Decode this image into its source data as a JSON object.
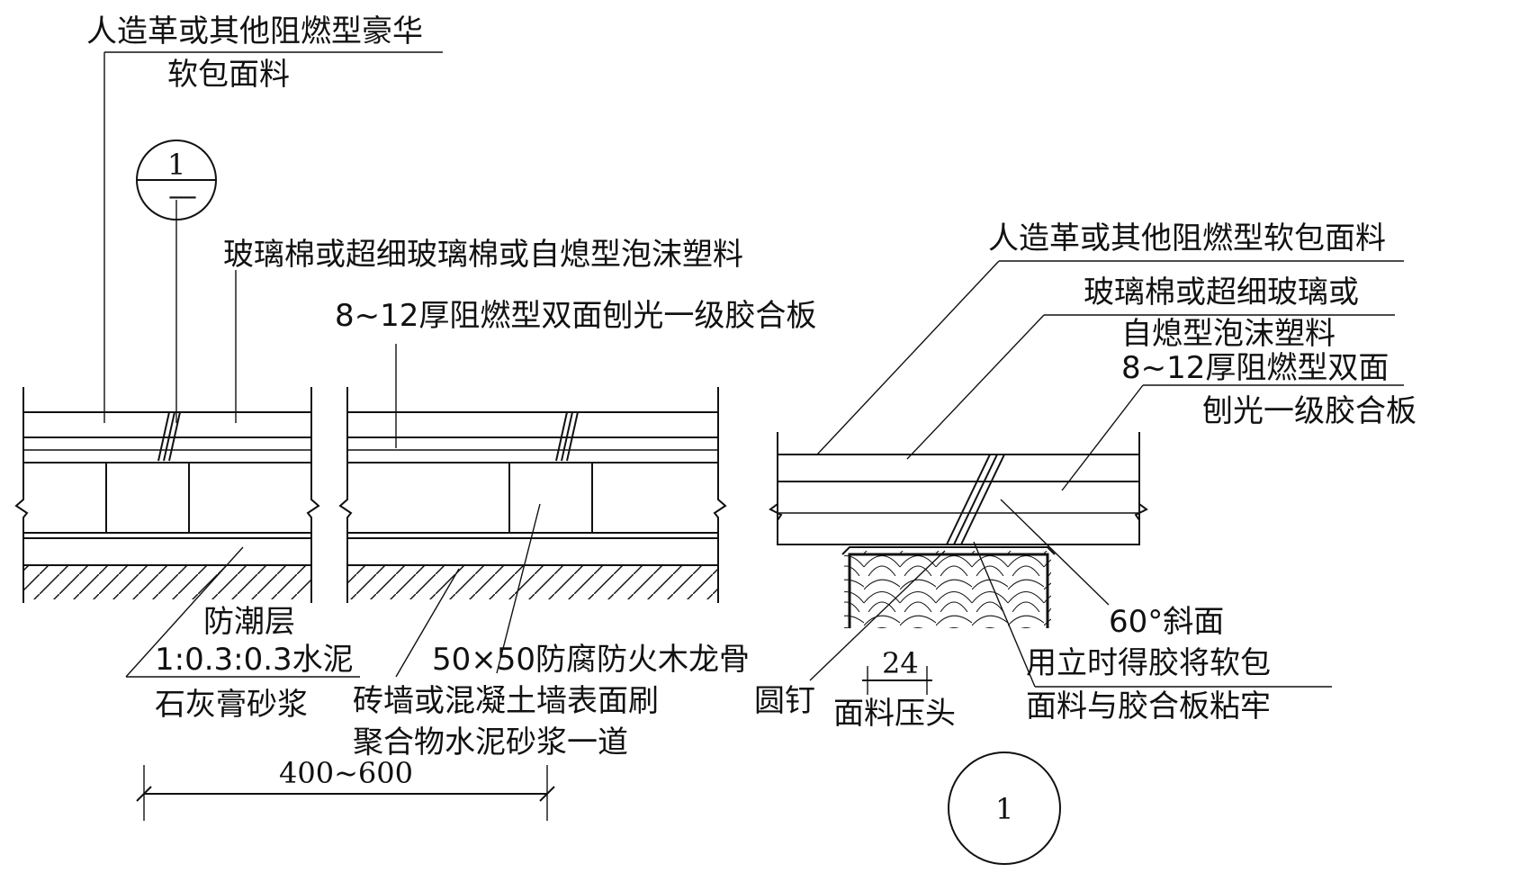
{
  "left_section": {
    "top_label_line1": "人造革或其他阻燃型豪华",
    "top_label_line2": "软包面料",
    "section_marker_number": "1",
    "section_marker_sheet": "—",
    "glass_wool_label": "玻璃棉或超细玻璃棉或自熄型泡沫塑料",
    "plywood_label": "8~12厚阻燃型双面刨光一级胶合板",
    "moisture_label_line1": "防潮层",
    "moisture_label_line2": "1:0.3:0.3水泥",
    "moisture_label_line3": "石灰膏砂浆",
    "keel_label": "50×50防腐防火木龙骨",
    "wall_label_line1": "砖墙或混凝土墙表面刷",
    "wall_label_line2": "聚合物水泥砂浆一道",
    "dimension": "400~600"
  },
  "right_section": {
    "fabric_label": "人造革或其他阻燃型软包面料",
    "glass_wool_line1": "玻璃棉或超细玻璃或",
    "glass_wool_line2": "自熄型泡沫塑料",
    "plywood_line1": "8~12厚阻燃型双面",
    "plywood_line2": "刨光一级胶合板",
    "bevel_label": "60°斜面",
    "glue_line1": "用立时得胶将软包",
    "glue_line2": "面料与胶合板粘牢",
    "nail_label": "圆钉",
    "press_dimension": "24",
    "press_label": "面料压头",
    "detail_number": "1"
  }
}
